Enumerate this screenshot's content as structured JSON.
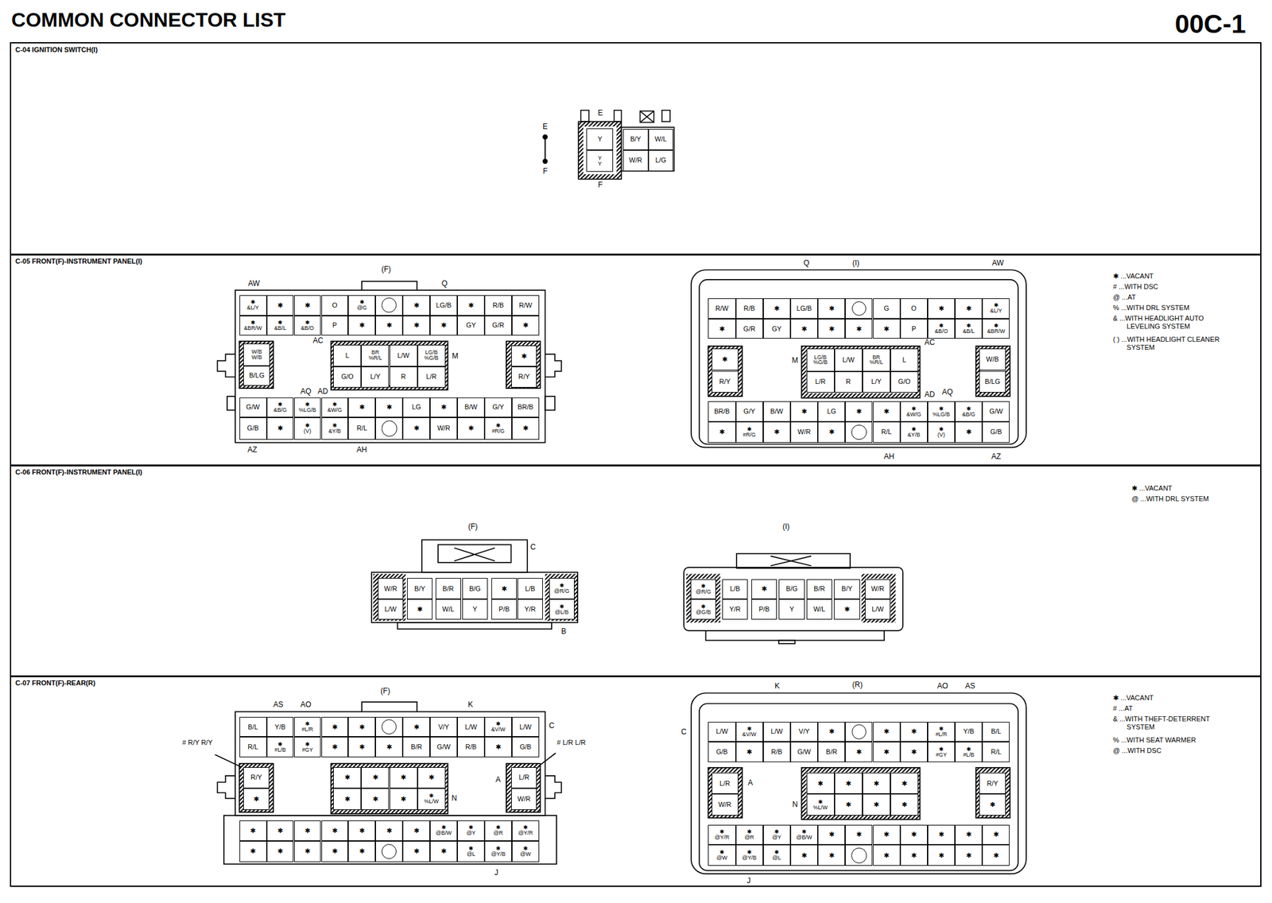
{
  "diagram": {
    "title": "COMMON CONNECTOR LIST",
    "nodes": [
      {
        "text": [
          "C-04 IGNITION SWITCH(I)"
        ]
      },
      {
        "text": [
          "C-05 FRONT(F)-INSTRUMENT PANEL(I)"
        ]
      },
      {
        "text": [
          "C-06 FRONT(F)-INSTRUMENT PANEL(I)"
        ]
      },
      {
        "text": [
          "C-07 FRONT(F)-REAR(R)"
        ]
      }
    ],
    "labels": [
      "00C-1",
      "E",
      "F",
      "E",
      "F",
      "Y",
      "Y Y",
      "B/Y",
      "W/L",
      "W/R",
      "L/G",
      "(F)",
      "AW",
      "Q",
      "✱ &L/Y",
      "✱",
      "✱",
      "O",
      "✱ @G",
      "✱",
      "LG/B",
      "✱",
      "R/B",
      "R/W",
      "✱ &BR/W",
      "✱ &B/L",
      "✱ &B/O",
      "P",
      "✱",
      "✱",
      "✱",
      "✱",
      "GY",
      "G/R",
      "✱",
      "AC",
      "W/B W/B",
      "B/LG",
      "L",
      "BR %R/L",
      "L/W",
      "LG/B %G/B",
      "G/O",
      "L/Y",
      "R",
      "L/R",
      "M",
      "✱",
      "R/Y",
      "AQ",
      "AD",
      "G/W",
      "✱ &B/G",
      "✱ %LG/B",
      "✱ &W/G",
      "✱",
      "✱",
      "LG",
      "✱",
      "B/W",
      "G/Y",
      "BR/B",
      "G/B",
      "✱",
      "✱ (V)",
      "✱ &Y/B",
      "R/L",
      "✱",
      "W/R",
      "✱",
      "✱ #R/G",
      "✱",
      "AZ",
      "AH",
      "Q",
      "(I)",
      "AW",
      "R/W",
      "R/B",
      "✱",
      "LG/B",
      "✱",
      "G",
      "O",
      "✱",
      "✱",
      "✱ &L/Y",
      "✱",
      "G/R",
      "GY",
      "✱",
      "✱",
      "✱",
      "✱",
      "P",
      "✱ &B/O",
      "✱ &B/L",
      "✱ &BR/W",
      "AC",
      "✱",
      "R/Y",
      "M",
      "LG/B %G/B",
      "L/W",
      "BR %R/L",
      "L",
      "L/R",
      "R",
      "L/Y",
      "G/O",
      "W/B",
      "B/LG",
      "AD",
      "AQ",
      "BR/B",
      "G/Y",
      "B/W",
      "✱",
      "LG",
      "✱",
      "✱",
      "✱ &W/G",
      "✱ %LG/B",
      "✱ &B/G",
      "G/W",
      "✱",
      "✱ #R/G",
      "✱",
      "W/R",
      "✱",
      "R/L",
      "✱ &Y/B",
      "✱ (V)",
      "✱",
      "G/B",
      "AH",
      "AZ",
      "✱ ...VACANT",
      "# ...WITH DSC",
      "@ ...AT",
      "% ...WITH DRL SYSTEM",
      "& ...WITH HEADLIGHT AUTO LEVELING SYSTEM",
      "( ) ...WITH HEADLIGHT CLEANER SYSTEM",
      "(F)",
      "C",
      "W/R",
      "B/Y",
      "B/R",
      "B/G",
      "✱",
      "L/B",
      "✱ @R/G",
      "L/W",
      "✱",
      "W/L",
      "Y",
      "P/B",
      "Y/R",
      "✱ @L/B",
      "B",
      "(I)",
      "✱ @R/G",
      "L/B",
      "✱",
      "B/G",
      "B/R",
      "B/Y",
      "W/R",
      "✱ @G/B",
      "Y/R",
      "P/B",
      "Y",
      "W/L",
      "✱",
      "L/W",
      "✱ ...VACANT",
      "@ ...WITH DRL SYSTEM",
      "AS",
      "AO",
      "(F)",
      "K",
      "C",
      "B/L",
      "Y/B",
      "✱ #L/R",
      "✱",
      "✱",
      "✱",
      "V/Y",
      "L/W",
      "✱ &V/W",
      "L/W",
      "R/L",
      "✱ #L/B",
      "✱ #GY",
      "✱",
      "✱",
      "✱",
      "B/R",
      "G/W",
      "R/B",
      "✱",
      "G/B",
      "# R/Y R/Y",
      "# L/R L/R",
      "R/Y",
      "✱",
      "✱",
      "✱",
      "✱",
      "✱",
      "✱",
      "✱",
      "✱",
      "✱ %L/W",
      "N",
      "A",
      "L/R",
      "W/R",
      "✱",
      "✱",
      "✱",
      "✱",
      "✱",
      "✱",
      "✱",
      "✱ @B/W",
      "✱ @Y",
      "✱ @R",
      "✱ @Y/R",
      "✱",
      "✱",
      "✱",
      "✱",
      "✱",
      "✱",
      "✱",
      "✱ @L",
      "✱ @Y/B",
      "✱ @W",
      "J",
      "K",
      "(R)",
      "AO",
      "AS",
      "C",
      "L/W",
      "✱ &V/W",
      "L/W",
      "V/Y",
      "✱",
      "✱",
      "✱",
      "✱ #L/R",
      "Y/B",
      "B/L",
      "G/B",
      "✱",
      "R/B",
      "G/W",
      "B/R",
      "✱",
      "✱",
      "✱",
      "✱ #GY",
      "✱ #L/B",
      "R/L",
      "L/R",
      "W/R",
      "A",
      "N",
      "✱",
      "✱",
      "✱",
      "✱",
      "✱ %L/W",
      "✱",
      "✱",
      "✱",
      "R/Y",
      "✱",
      "✱ @Y/R",
      "✱ @R",
      "✱ @Y",
      "✱ @B/W",
      "✱",
      "✱",
      "✱",
      "✱",
      "✱",
      "✱",
      "✱",
      "✱ @W",
      "✱ @Y/B",
      "✱ @L",
      "✱",
      "✱",
      "✱",
      "✱",
      "✱",
      "✱",
      "✱",
      "J",
      "✱ ...VACANT",
      "# ...AT",
      "& ...WITH THEFT-DETERRENT SYSTEM",
      "% ...WITH SEAT WARMER",
      "@ ...WITH DSC"
    ]
  }
}
